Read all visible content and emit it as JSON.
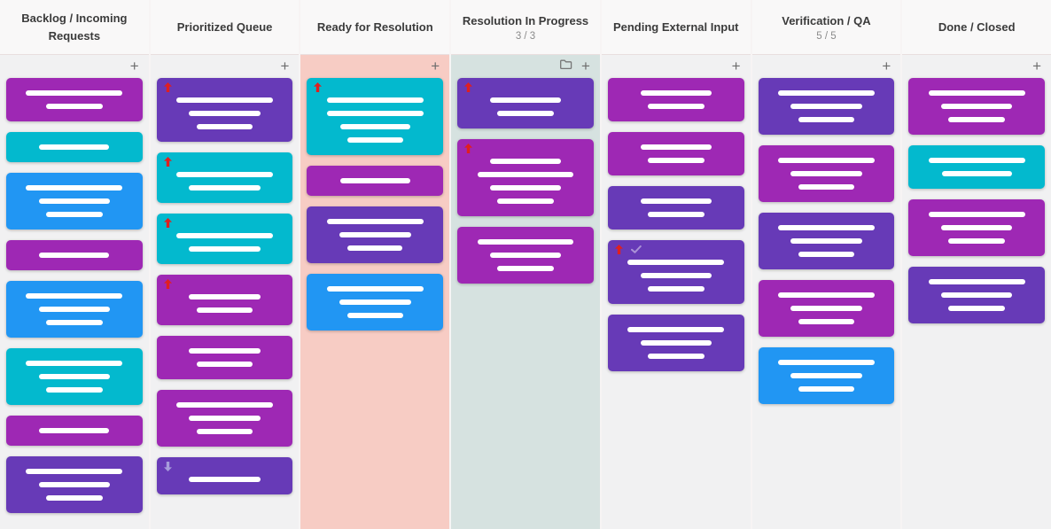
{
  "ui": {
    "add_button_glyph": "+"
  },
  "icons": {
    "add_card": "plus-icon",
    "collapse_group": "folder-icon",
    "priority_high": "arrow-up-icon",
    "priority_low": "arrow-down-icon",
    "done_marker": "check-icon"
  },
  "card_colors": {
    "magenta": "#9e28b4",
    "purple": "#673ab7",
    "cyan": "#03b9ce",
    "blue": "#2196f3",
    "priority_high": "#e01f1f",
    "priority_low": "#a79ddb",
    "check_mark": "rgba(255,255,255,0.45)"
  },
  "board": {
    "columns": [
      {
        "title": "Backlog / Incoming Requests",
        "subtitle": "",
        "body_bg": "#f1f1f2",
        "folder_button": false,
        "cards": [
          {
            "color": "magenta",
            "lines": [
              84,
              49
            ],
            "badges": []
          },
          {
            "color": "cyan",
            "lines": [
              61
            ],
            "badges": []
          },
          {
            "color": "blue",
            "lines": [
              84,
              62,
              49
            ],
            "badges": []
          },
          {
            "color": "magenta",
            "lines": [
              61
            ],
            "badges": []
          },
          {
            "color": "blue",
            "lines": [
              84,
              62,
              49
            ],
            "badges": []
          },
          {
            "color": "cyan",
            "lines": [
              84,
              62,
              49
            ],
            "badges": []
          },
          {
            "color": "magenta",
            "lines": [
              61
            ],
            "badges": []
          },
          {
            "color": "purple",
            "lines": [
              84,
              62,
              49
            ],
            "badges": []
          }
        ]
      },
      {
        "title": "Prioritized Queue",
        "subtitle": "",
        "body_bg": "#f1f1f2",
        "folder_button": false,
        "cards": [
          {
            "color": "purple",
            "lines": [
              84,
              62,
              49
            ],
            "badges": [
              "high"
            ]
          },
          {
            "color": "cyan",
            "lines": [
              84,
              62
            ],
            "badges": [
              "high"
            ]
          },
          {
            "color": "cyan",
            "lines": [
              84,
              62
            ],
            "badges": [
              "high"
            ]
          },
          {
            "color": "magenta",
            "lines": [
              62,
              49
            ],
            "badges": [
              "high"
            ]
          },
          {
            "color": "magenta",
            "lines": [
              62,
              49
            ],
            "badges": []
          },
          {
            "color": "magenta",
            "lines": [
              84,
              62,
              49
            ],
            "badges": []
          },
          {
            "color": "purple",
            "lines": [
              62
            ],
            "badges": [
              "low"
            ]
          }
        ]
      },
      {
        "title": "Ready for Resolution",
        "subtitle": "",
        "body_bg": "#f7ccc4",
        "folder_button": false,
        "cards": [
          {
            "color": "cyan",
            "lines": [
              84,
              84,
              61,
              49
            ],
            "badges": [
              "high"
            ]
          },
          {
            "color": "magenta",
            "lines": [
              61
            ],
            "badges": []
          },
          {
            "color": "purple",
            "lines": [
              84,
              62,
              48
            ],
            "badges": []
          },
          {
            "color": "blue",
            "lines": [
              84,
              62,
              49
            ],
            "badges": []
          }
        ]
      },
      {
        "title": "Resolution In Progress",
        "subtitle": "3 / 3",
        "body_bg": "#d6e2e0",
        "folder_button": true,
        "cards": [
          {
            "color": "purple",
            "lines": [
              62,
              49
            ],
            "badges": [
              "high"
            ]
          },
          {
            "color": "magenta",
            "lines": [
              62,
              84,
              62,
              49
            ],
            "badges": [
              "high"
            ]
          },
          {
            "color": "magenta",
            "lines": [
              84,
              62,
              49
            ],
            "badges": []
          }
        ]
      },
      {
        "title": "Pending External Input",
        "subtitle": "",
        "body_bg": "#f1f1f2",
        "folder_button": false,
        "cards": [
          {
            "color": "magenta",
            "lines": [
              62,
              49
            ],
            "badges": []
          },
          {
            "color": "magenta",
            "lines": [
              62,
              49
            ],
            "badges": []
          },
          {
            "color": "purple",
            "lines": [
              62,
              49
            ],
            "badges": []
          },
          {
            "color": "purple",
            "lines": [
              84,
              62,
              49
            ],
            "badges": [
              "high",
              "check"
            ]
          },
          {
            "color": "purple",
            "lines": [
              84,
              62,
              49
            ],
            "badges": []
          }
        ]
      },
      {
        "title": "Verification / QA",
        "subtitle": "5 / 5",
        "body_bg": "#f1f1f2",
        "folder_button": false,
        "cards": [
          {
            "color": "purple",
            "lines": [
              84,
              62,
              49
            ],
            "badges": []
          },
          {
            "color": "magenta",
            "lines": [
              84,
              62,
              49
            ],
            "badges": []
          },
          {
            "color": "purple",
            "lines": [
              84,
              62,
              49
            ],
            "badges": []
          },
          {
            "color": "magenta",
            "lines": [
              84,
              62,
              49
            ],
            "badges": []
          },
          {
            "color": "blue",
            "lines": [
              84,
              62,
              49
            ],
            "badges": []
          }
        ]
      },
      {
        "title": "Done / Closed",
        "subtitle": "",
        "body_bg": "#f1f1f2",
        "folder_button": false,
        "cards": [
          {
            "color": "magenta",
            "lines": [
              84,
              62,
              49
            ],
            "badges": []
          },
          {
            "color": "cyan",
            "lines": [
              84,
              61
            ],
            "badges": []
          },
          {
            "color": "magenta",
            "lines": [
              84,
              62,
              49
            ],
            "badges": []
          },
          {
            "color": "purple",
            "lines": [
              84,
              62,
              49
            ],
            "badges": []
          }
        ]
      }
    ]
  }
}
